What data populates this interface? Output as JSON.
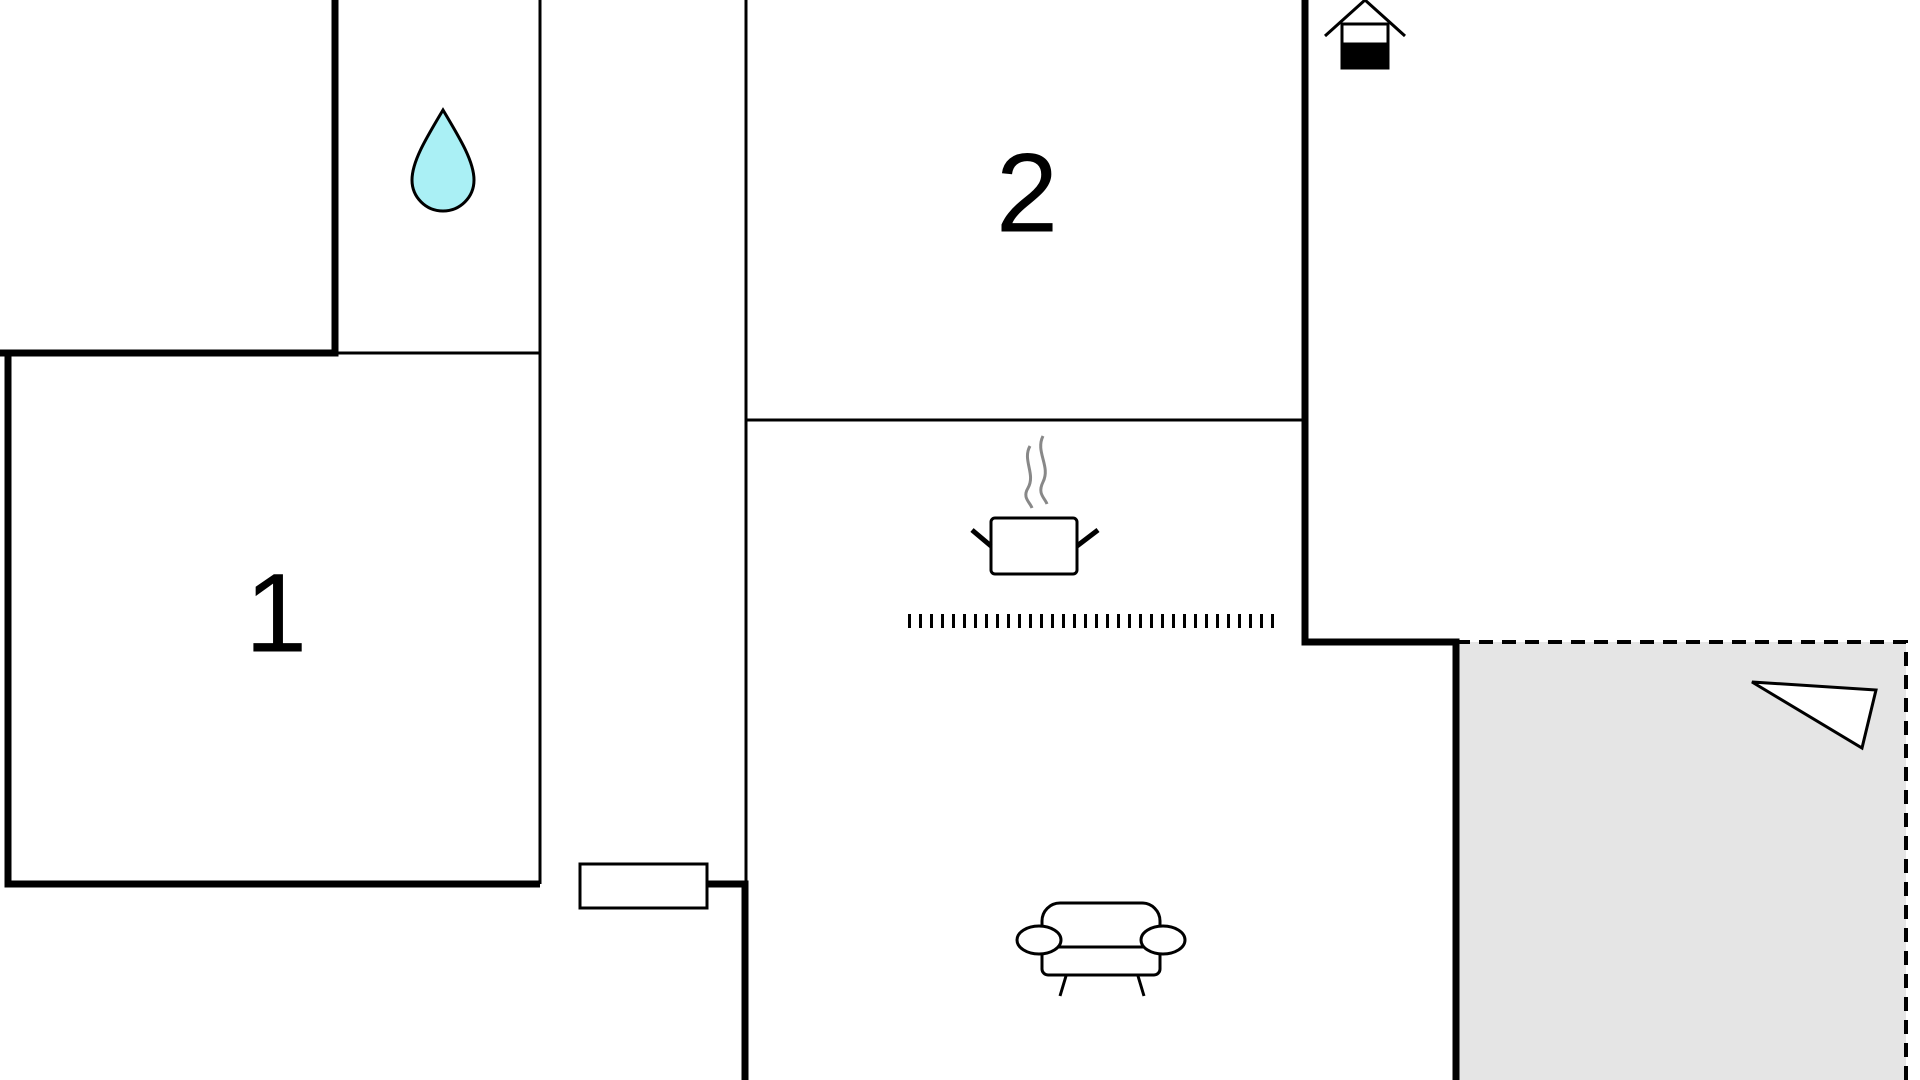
{
  "floorplan": {
    "rooms": [
      {
        "id": "bedroom-1",
        "label": "1"
      },
      {
        "id": "bedroom-2",
        "label": "2"
      }
    ],
    "icons": [
      {
        "room": "bathroom",
        "icon": "water-drop-icon"
      },
      {
        "room": "kitchen",
        "icon": "cooking-pot-icon"
      },
      {
        "room": "living-room",
        "icon": "sofa-icon"
      },
      {
        "room": "entrance",
        "icon": "house-entrance-icon"
      },
      {
        "room": "terrace",
        "icon": "terrace-flag-icon"
      },
      {
        "room": "hallway",
        "icon": "radiator-icon"
      }
    ],
    "colors": {
      "wall": "#000000",
      "water": "#aaf0f5",
      "steam": "#888888",
      "terrace_fill": "#e5e5e5",
      "background": "#ffffff"
    }
  }
}
